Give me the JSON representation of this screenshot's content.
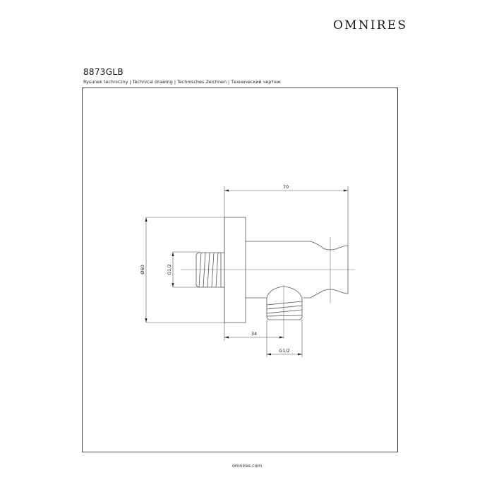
{
  "header": {
    "brand": "OMNIRES",
    "product_code": "8873GLB",
    "subtitle": "Rysunek techniczny | Technical drawing | Technisches Zeichnen | Технический чертеж"
  },
  "drawing": {
    "dimensions": {
      "overall_length": "70",
      "flange_diameter": "Ø60",
      "inlet_thread": "G1/2",
      "outlet_offset": "34",
      "outlet_thread": "G1/2"
    },
    "line_color": "#555555"
  },
  "footer": {
    "website": "omnires.com"
  }
}
